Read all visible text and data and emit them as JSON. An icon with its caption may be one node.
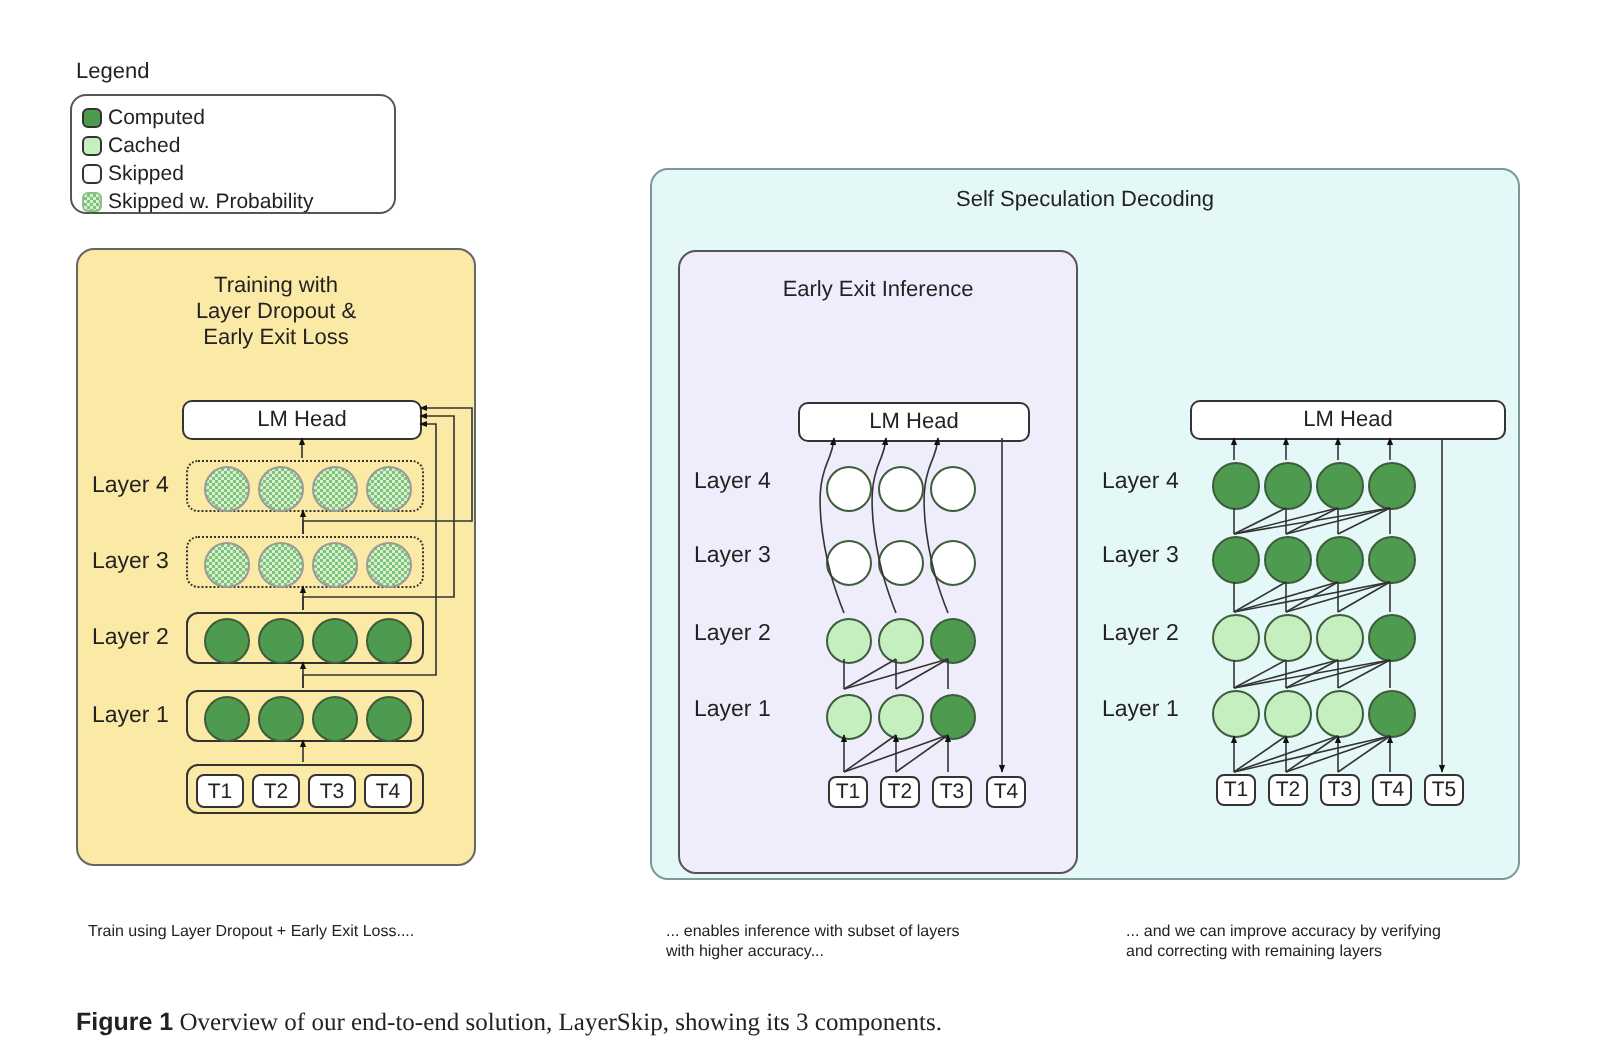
{
  "diagram": {
    "caption": "**Figure 1** Overview of our end-to-end solution, LayerSkip, showing its 3 components.",
    "nodes": [
      {
        "text": [
          "Training with Layer Dropout & Early Exit Loss"
        ]
      },
      {
        "text": [
          "LM Head"
        ],
        "in": 0
      },
      {
        "text": [],
        "shape": "box",
        "in": 0,
        "beside": [
          "Layer 4"
        ]
      },
      {
        "text": [],
        "shape": "circle",
        "in": 2
      },
      {
        "text": [],
        "shape": "circle",
        "in": 2
      },
      {
        "text": [],
        "shape": "circle",
        "in": 2
      },
      {
        "text": [],
        "shape": "circle",
        "in": 2
      },
      {
        "text": [],
        "shape": "box",
        "in": 0,
        "beside": [
          "Layer 3"
        ]
      },
      {
        "text": [],
        "shape": "circle",
        "in": 7
      },
      {
        "text": [],
        "shape": "circle",
        "in": 7
      },
      {
        "text": [],
        "shape": "circle",
        "in": 7
      },
      {
        "text": [],
        "shape": "circle",
        "in": 7
      },
      {
        "text": [],
        "shape": "box",
        "in": 0,
        "beside": [
          "Layer 2"
        ]
      },
      {
        "text": [],
        "shape": "circle",
        "in": 12
      },
      {
        "text": [],
        "shape": "circle",
        "in": 12
      },
      {
        "text": [],
        "shape": "circle",
        "in": 12
      },
      {
        "text": [],
        "shape": "circle",
        "in": 12
      },
      {
        "text": [],
        "shape": "box",
        "in": 0,
        "beside": [
          "Layer 1"
        ]
      },
      {
        "text": [],
        "shape": "circle",
        "in": 17
      },
      {
        "text": [],
        "shape": "circle",
        "in": 17
      },
      {
        "text": [],
        "shape": "circle",
        "in": 17
      },
      {
        "text": [],
        "shape": "circle",
        "in": 17
      },
      {
        "text": [],
        "shape": "box",
        "in": 0
      },
      {
        "text": [
          "T1"
        ],
        "in": 22
      },
      {
        "text": [
          "T2"
        ],
        "in": 22
      },
      {
        "text": [
          "T3"
        ],
        "in": 22
      },
      {
        "text": [
          "T4"
        ],
        "in": 22
      },
      {
        "text": [
          "Self Speculation Decoding"
        ]
      },
      {
        "text": [
          "Early Exit Inference"
        ],
        "in": 27
      },
      {
        "text": [
          "LM Head"
        ],
        "in": 28
      },
      {
        "text": [],
        "shape": "circle",
        "in": 28
      },
      {
        "text": [],
        "shape": "circle",
        "in": 28
      },
      {
        "text": [],
        "shape": "circle",
        "in": 28
      },
      {
        "text": [],
        "shape": "circle",
        "in": 28
      },
      {
        "text": [],
        "shape": "circle",
        "in": 28
      },
      {
        "text": [],
        "shape": "circle",
        "in": 28
      },
      {
        "text": [],
        "shape": "circle",
        "in": 28
      },
      {
        "text": [],
        "shape": "circle",
        "in": 28
      },
      {
        "text": [],
        "shape": "circle",
        "in": 28
      },
      {
        "text": [],
        "shape": "circle",
        "in": 28
      },
      {
        "text": [],
        "shape": "circle",
        "in": 28
      },
      {
        "text": [],
        "shape": "circle",
        "in": 28
      },
      {
        "text": [
          "T1"
        ],
        "in": 28
      },
      {
        "text": [
          "T2"
        ],
        "in": 28
      },
      {
        "text": [
          "T3"
        ],
        "in": 28
      },
      {
        "text": [
          "T4"
        ],
        "in": 28
      },
      {
        "text": [
          "LM Head"
        ],
        "in": 27
      },
      {
        "text": [],
        "shape": "circle",
        "in": 27
      },
      {
        "text": [],
        "shape": "circle",
        "in": 27
      },
      {
        "text": [],
        "shape": "circle",
        "in": 27
      },
      {
        "text": [],
        "shape": "circle",
        "in": 27
      },
      {
        "text": [],
        "shape": "circle",
        "in": 27
      },
      {
        "text": [],
        "shape": "circle",
        "in": 27
      },
      {
        "text": [],
        "shape": "circle",
        "in": 27
      },
      {
        "text": [],
        "shape": "circle",
        "in": 27
      },
      {
        "text": [],
        "shape": "circle",
        "in": 27
      },
      {
        "text": [],
        "shape": "circle",
        "in": 27
      },
      {
        "text": [],
        "shape": "circle",
        "in": 27
      },
      {
        "text": [],
        "shape": "circle",
        "in": 27
      },
      {
        "text": [],
        "shape": "circle",
        "in": 27
      },
      {
        "text": [],
        "shape": "circle",
        "in": 27
      },
      {
        "text": [],
        "shape": "circle",
        "in": 27
      },
      {
        "text": [],
        "shape": "circle",
        "in": 27
      },
      {
        "text": [
          "T1"
        ],
        "in": 27
      },
      {
        "text": [
          "T2"
        ],
        "in": 27
      },
      {
        "text": [
          "T3"
        ],
        "in": 27
      },
      {
        "text": [
          "T4"
        ],
        "in": 27
      },
      {
        "text": [
          "T5"
        ],
        "in": 27
      }
    ],
    "edges": [
      {
        "from": 22,
        "to": 17,
        "arrow": "to"
      },
      {
        "from": 17,
        "to": 12,
        "arrow": "to"
      },
      {
        "from": 12,
        "to": 7,
        "arrow": "to"
      },
      {
        "from": 7,
        "to": 2,
        "arrow": "to"
      },
      {
        "from": 2,
        "to": 1,
        "arrow": "to"
      },
      {
        "from": 17,
        "to": 1,
        "arrow": "to"
      },
      {
        "from": 12,
        "to": 1,
        "arrow": "to"
      },
      {
        "from": 7,
        "to": 1,
        "arrow": "to"
      },
      {
        "from": 42,
        "to": 39,
        "arrow": "to"
      },
      {
        "from": 43,
        "to": 40,
        "arrow": "to"
      },
      {
        "from": 44,
        "to": 41,
        "arrow": "to"
      },
      {
        "from": 42,
        "to": 40,
        "arrow": "none"
      },
      {
        "from": 42,
        "to": 41,
        "arrow": "none"
      },
      {
        "from": 43,
        "to": 41,
        "arrow": "none"
      },
      {
        "from": 39,
        "to": 36,
        "arrow": "none"
      },
      {
        "from": 40,
        "to": 37,
        "arrow": "none"
      },
      {
        "from": 41,
        "to": 38,
        "arrow": "none"
      },
      {
        "from": 39,
        "to": 37,
        "arrow": "none"
      },
      {
        "from": 39,
        "to": 38,
        "arrow": "none"
      },
      {
        "from": 40,
        "to": 38,
        "arrow": "none"
      },
      {
        "from": 36,
        "to": 29,
        "arrow": "to"
      },
      {
        "from": 37,
        "to": 29,
        "arrow": "to"
      },
      {
        "from": 38,
        "to": 29,
        "arrow": "to"
      },
      {
        "from": 29,
        "to": 45,
        "arrow": "to"
      },
      {
        "from": 63,
        "to": 59,
        "arrow": "to"
      },
      {
        "from": 64,
        "to": 60,
        "arrow": "to"
      },
      {
        "from": 65,
        "to": 61,
        "arrow": "to"
      },
      {
        "from": 66,
        "to": 62,
        "arrow": "to"
      },
      {
        "from": 63,
        "to": 60,
        "arrow": "none"
      },
      {
        "from": 63,
        "to": 61,
        "arrow": "none"
      },
      {
        "from": 63,
        "to": 62,
        "arrow": "none"
      },
      {
        "from": 64,
        "to": 61,
        "arrow": "none"
      },
      {
        "from": 64,
        "to": 62,
        "arrow": "none"
      },
      {
        "from": 65,
        "to": 62,
        "arrow": "none"
      },
      {
        "from": 59,
        "to": 55,
        "arrow": "none"
      },
      {
        "from": 60,
        "to": 56,
        "arrow": "none"
      },
      {
        "from": 61,
        "to": 57,
        "arrow": "none"
      },
      {
        "from": 62,
        "to": 58,
        "arrow": "none"
      },
      {
        "from": 59,
        "to": 56,
        "arrow": "none"
      },
      {
        "from": 59,
        "to": 57,
        "arrow": "none"
      },
      {
        "from": 59,
        "to": 58,
        "arrow": "none"
      },
      {
        "from": 60,
        "to": 57,
        "arrow": "none"
      },
      {
        "from": 60,
        "to": 58,
        "arrow": "none"
      },
      {
        "from": 61,
        "to": 58,
        "arrow": "none"
      },
      {
        "from": 55,
        "to": 51,
        "arrow": "none"
      },
      {
        "from": 56,
        "to": 52,
        "arrow": "none"
      },
      {
        "from": 57,
        "to": 53,
        "arrow": "none"
      },
      {
        "from": 58,
        "to": 54,
        "arrow": "none"
      },
      {
        "from": 55,
        "to": 52,
        "arrow": "none"
      },
      {
        "from": 55,
        "to": 53,
        "arrow": "none"
      },
      {
        "from": 55,
        "to": 54,
        "arrow": "none"
      },
      {
        "from": 56,
        "to": 53,
        "arrow": "none"
      },
      {
        "from": 56,
        "to": 54,
        "arrow": "none"
      },
      {
        "from": 57,
        "to": 54,
        "arrow": "none"
      },
      {
        "from": 51,
        "to": 47,
        "arrow": "none"
      },
      {
        "from": 52,
        "to": 48,
        "arrow": "none"
      },
      {
        "from": 53,
        "to": 49,
        "arrow": "none"
      },
      {
        "from": 54,
        "to": 50,
        "arrow": "none"
      },
      {
        "from": 51,
        "to": 48,
        "arrow": "none"
      },
      {
        "from": 51,
        "to": 49,
        "arrow": "none"
      },
      {
        "from": 51,
        "to": 50,
        "arrow": "none"
      },
      {
        "from": 52,
        "to": 49,
        "arrow": "none"
      },
      {
        "from": 52,
        "to": 50,
        "arrow": "none"
      },
      {
        "from": 53,
        "to": 50,
        "arrow": "none"
      },
      {
        "from": 47,
        "to": 46,
        "arrow": "to"
      },
      {
        "from": 48,
        "to": 46,
        "arrow": "to"
      },
      {
        "from": 49,
        "to": 46,
        "arrow": "to"
      },
      {
        "from": 50,
        "to": 46,
        "arrow": "to"
      },
      {
        "from": 46,
        "to": 67,
        "arrow": "to"
      }
    ],
    "labels": [
      "Legend",
      "Layer 4",
      "Layer 3",
      "Layer 2",
      "Layer 1",
      "Layer 4",
      "Layer 3",
      "Layer 2",
      "Layer 1",
      "Train using Layer Dropout + Early Exit Loss....",
      "... enables inference with subset of layers with higher accuracy...",
      "... and we can improve accuracy by verifying and correcting with remaining layers"
    ],
    "legend": [
      {
        "text": "Computed",
        "color": "#4e9a4e"
      },
      {
        "text": "Cached",
        "color": "#c6efc0"
      },
      {
        "text": "Skipped",
        "color": "#ffffff"
      },
      {
        "text": "Skipped w. Probability"
      }
    ]
  }
}
